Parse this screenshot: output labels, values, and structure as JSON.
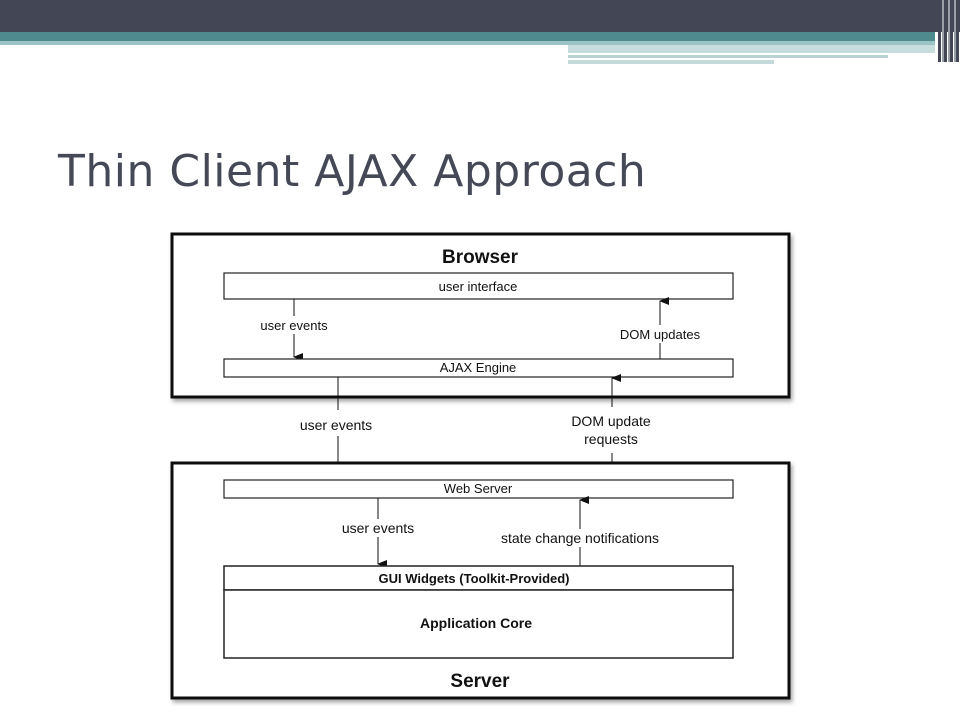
{
  "slide": {
    "title": "Thin Client AJAX Approach"
  },
  "diagram": {
    "browser": {
      "title": "Browser",
      "user_interface": "user interface",
      "user_events": "user events",
      "dom_updates": "DOM updates",
      "ajax_engine": "AJAX Engine"
    },
    "between": {
      "user_events": "user events",
      "dom_update_requests_line1": "DOM update",
      "dom_update_requests_line2": "requests"
    },
    "server": {
      "title": "Server",
      "web_server": "Web Server",
      "user_events": "user events",
      "state_change_notifications": "state change notifications",
      "gui_widgets": "GUI Widgets (Toolkit-Provided)",
      "application_core": "Application Core"
    }
  },
  "colors": {
    "top_bar": "#424655",
    "accent_teal": "#4f8a8e",
    "title_text": "#454857"
  }
}
